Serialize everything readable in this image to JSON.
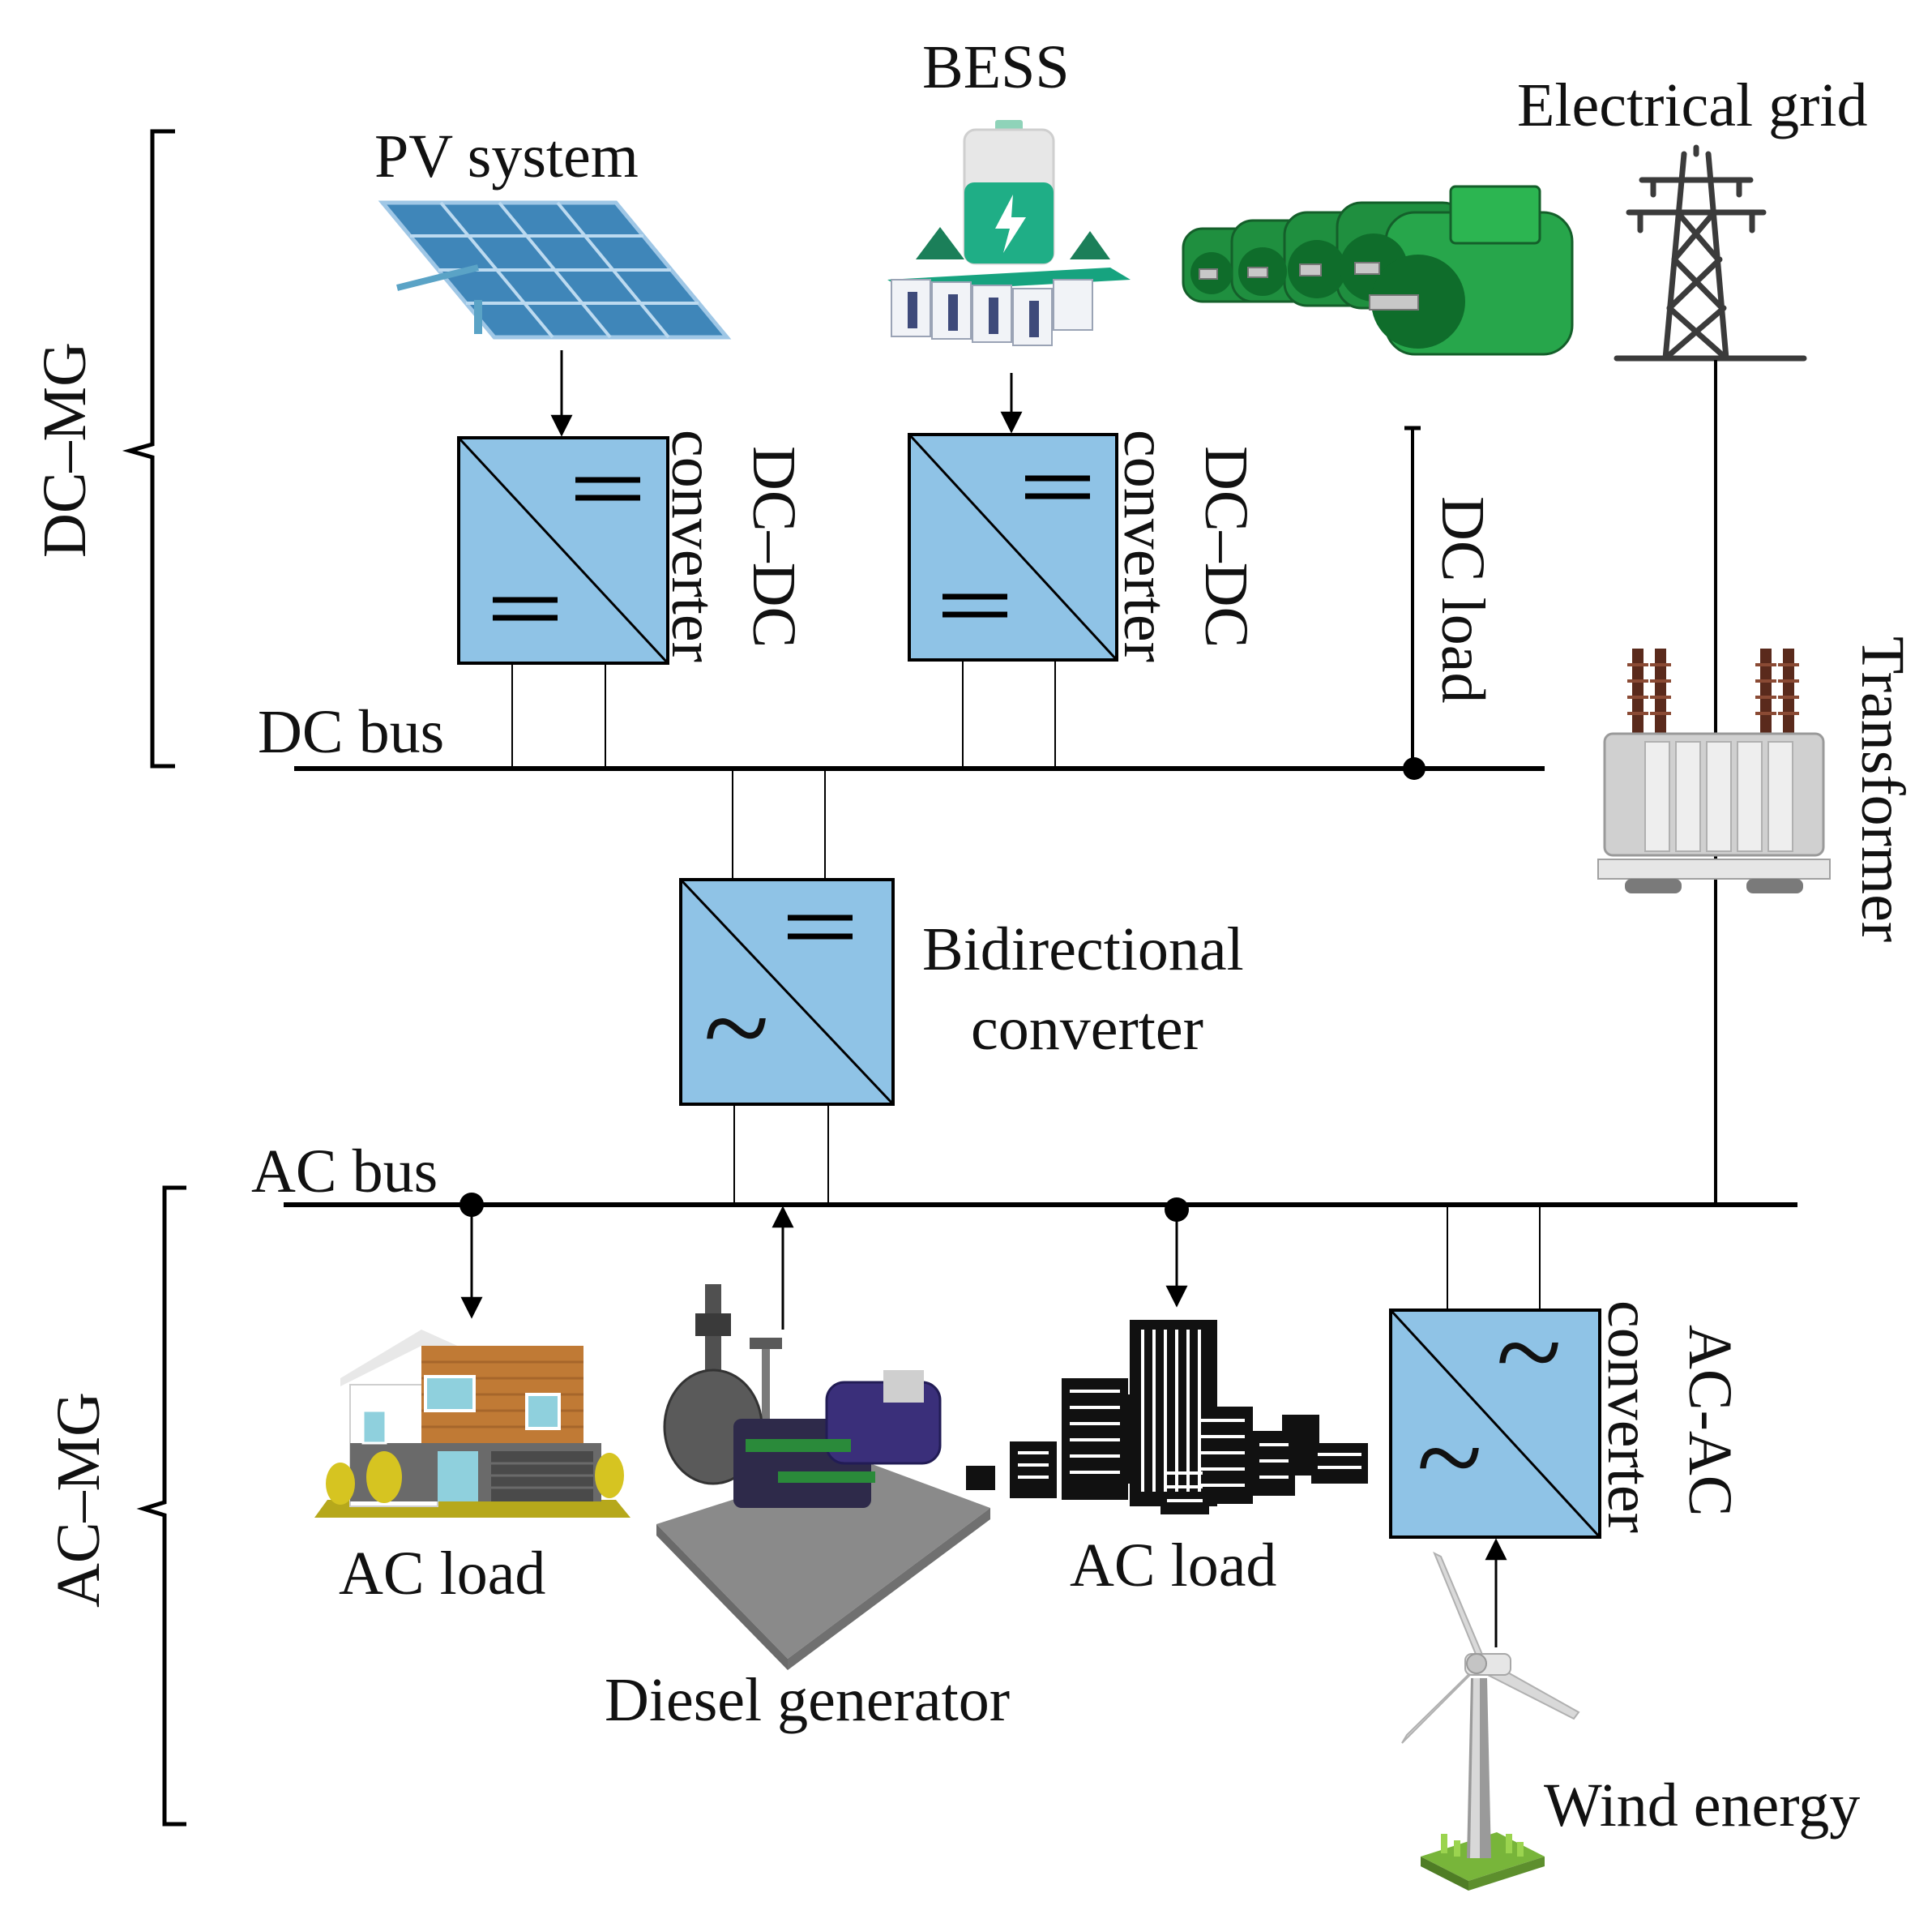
{
  "labels": {
    "bess": "BESS",
    "electrical_grid": "Electrical grid",
    "pv_system": "PV system",
    "dc_mg": "DC–MG",
    "ac_mg": "AC–MG",
    "dc_dc_converter_1": [
      "DC–DC",
      "converter"
    ],
    "dc_dc_converter_2": [
      "DC–DC",
      "converter"
    ],
    "dc_load": "DC load",
    "dc_bus": "DC bus",
    "transformer": "Transformer",
    "bidirectional_converter": [
      "Bidirectional",
      "converter"
    ],
    "ac_bus": "AC bus",
    "ac_load_house": "AC load",
    "ac_load_city": "AC load",
    "diesel_generator": "Diesel generator",
    "ac_ac_converter": [
      "AC-AC",
      "converter"
    ],
    "wind_energy": "Wind energy"
  },
  "symbols": {
    "dc": "=",
    "ac": "~"
  },
  "colors": {
    "converter_fill": "#8fc3e6",
    "line": "#000000",
    "pv_panel": "#3f86b9",
    "bess_green": "#1fae86",
    "motor_green": "#1e9a43",
    "tower": "#3b3b3b",
    "transformer": "#b9b9b9",
    "house_wood": "#c07a35",
    "generator_purple": "#3a2f7a",
    "city": "#111111",
    "turbine": "#d9d9d9",
    "grass": "#78b53a"
  },
  "icons": [
    "solar-panel-icon",
    "battery-storage-icon",
    "electric-motors-icon",
    "transmission-tower-icon",
    "transformer-icon",
    "house-icon",
    "diesel-generator-icon",
    "city-buildings-icon",
    "wind-turbine-icon"
  ]
}
